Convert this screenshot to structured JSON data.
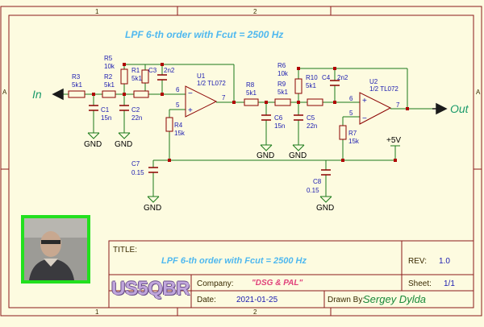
{
  "frame": {
    "col_labels": [
      "1",
      "2"
    ],
    "row_labels": [
      "A",
      "A"
    ],
    "line_color": "#8b1a1a",
    "background": "#fdfbe0"
  },
  "schematic": {
    "heading": "LPF 6-th order with Fcut = 2500 Hz",
    "input_label": "In",
    "output_label": "Out",
    "supply_label": "+5V",
    "gnd_label": "GND",
    "wire_color": "#1a7a1a",
    "component_color": "#8b0000",
    "text_color": "#1a1ab0",
    "components": {
      "R1": {
        "ref": "R1",
        "value": "5k1"
      },
      "R2": {
        "ref": "R2",
        "value": "5k1"
      },
      "R3": {
        "ref": "R3",
        "value": "5k1"
      },
      "R4": {
        "ref": "R4",
        "value": "15k"
      },
      "R5": {
        "ref": "R5",
        "value": "10k"
      },
      "R6": {
        "ref": "R6",
        "value": "10k"
      },
      "R7": {
        "ref": "R7",
        "value": "15k"
      },
      "R8": {
        "ref": "R8",
        "value": "5k1"
      },
      "R9": {
        "ref": "R9",
        "value": "5k1"
      },
      "R10": {
        "ref": "R10",
        "value": "5k1"
      },
      "C1": {
        "ref": "C1",
        "value": "15n"
      },
      "C2": {
        "ref": "C2",
        "value": "22n"
      },
      "C3": {
        "ref": "C3",
        "value": "2n2"
      },
      "C4": {
        "ref": "C4",
        "value": "2n2"
      },
      "C5": {
        "ref": "C5",
        "value": "22n"
      },
      "C6": {
        "ref": "C6",
        "value": "15n"
      },
      "C7": {
        "ref": "C7",
        "value": "0.15"
      },
      "C8": {
        "ref": "C8",
        "value": "0.15"
      },
      "U1": {
        "ref": "U1",
        "value": "1/2 TL072"
      },
      "U2": {
        "ref": "U2",
        "value": "1/2 TL072"
      }
    },
    "pins": {
      "in_plus": "5",
      "in_minus": "6",
      "out": "7"
    }
  },
  "title_block": {
    "title_label": "TITLE:",
    "title_value": "LPF 6-th order with Fcut = 2500 Hz",
    "rev_label": "REV:",
    "rev_value": "1.0",
    "company_label": "Company:",
    "company_value": "\"DSG & PAL\"",
    "sheet_label": "Sheet:",
    "sheet_value": "1/1",
    "date_label": "Date:",
    "date_value": "2021-01-25",
    "drawn_label": "Drawn By:",
    "drawn_value": "Sergey Dylda",
    "logo_text": "US5QBR"
  }
}
